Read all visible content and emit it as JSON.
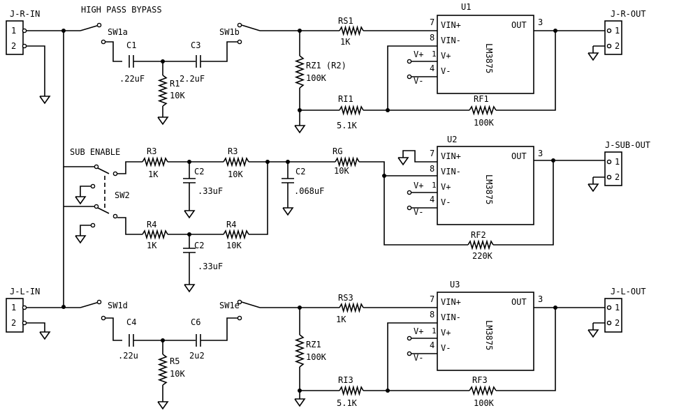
{
  "labels": {
    "j_r_in": "J-R-IN",
    "j_l_in": "J-L-IN",
    "j_r_out": "J-R-OUT",
    "j_sub_out": "J-SUB-OUT",
    "j_l_out": "J-L-OUT",
    "high_pass_bypass": "HIGH PASS BYPASS",
    "sub_enable": "SUB ENABLE",
    "sw1a": "SW1a",
    "sw1b": "SW1b",
    "sw1d": "SW1d",
    "sw1e": "SW1e",
    "sw2": "SW2",
    "c1": "C1",
    "c1_val": ".22uF",
    "c3": "C3",
    "c3_val": "2.2uF",
    "r1": "R1",
    "r1_val": "10K",
    "rs1": "RS1",
    "rs1_val": "1K",
    "rz1_top": "RZ1 (R2)",
    "rz1_top_val": "100K",
    "ri1": "RI1",
    "ri1_val": "5.1K",
    "rf1": "RF1",
    "rf1_val": "100K",
    "u1": "U1",
    "u2": "U2",
    "u3": "U3",
    "r3a": "R3",
    "r3a_val": "1K",
    "r3b": "R3",
    "r3b_val": "10K",
    "c2a": "C2",
    "c2a_val": ".33uF",
    "c2b": "C2",
    "c2b_val": ".068uF",
    "c2c": "C2",
    "c2c_val": ".33uF",
    "r4a": "R4",
    "r4a_val": "1K",
    "r4b": "R4",
    "r4b_val": "10K",
    "rg": "RG",
    "rg_val": "10K",
    "rf2": "RF2",
    "rf2_val": "220K",
    "c4": "C4",
    "c4_val": ".22u",
    "c6": "C6",
    "c6_val": "2u2",
    "r5": "R5",
    "r5_val": "10K",
    "rs3": "RS3",
    "rs3_val": "1K",
    "rz1_bot": "RZ1",
    "rz1_bot_val": "100K",
    "ri3": "RI3",
    "ri3_val": "5.1K",
    "rf3": "RF3",
    "rf3_val": "100K",
    "pin_1": "1",
    "pin_2": "2",
    "pin_3": "3",
    "pin_4": "4",
    "pin_7": "7",
    "pin_8": "8",
    "vin_plus": "VIN+",
    "vin_minus": "VIN-",
    "v_plus": "V+",
    "v_minus": "V-",
    "out": "OUT",
    "v_plus_supply": "V+",
    "v_minus_supply": "V-",
    "lm3875": "LM3875"
  }
}
